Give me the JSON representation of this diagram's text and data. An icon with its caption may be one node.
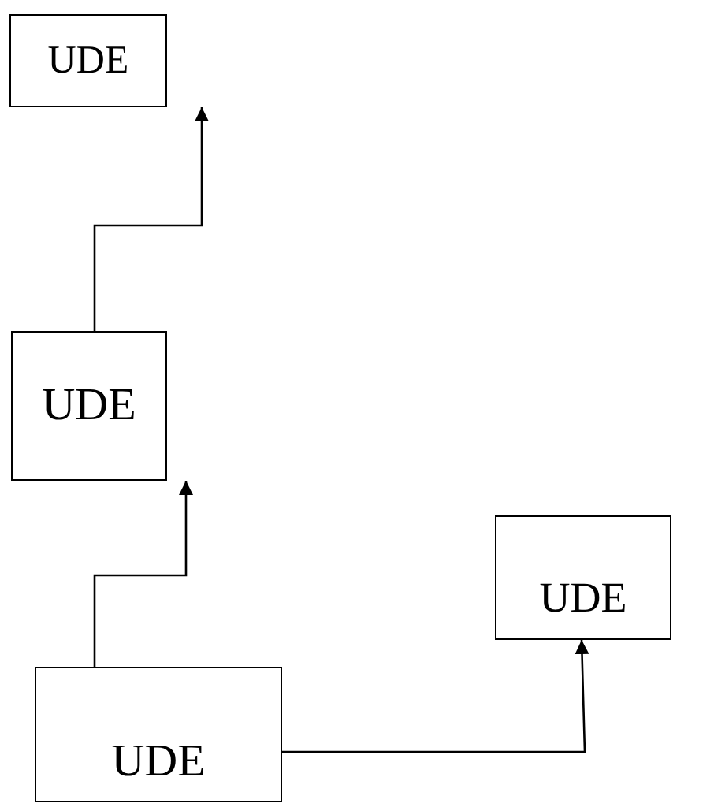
{
  "diagram": {
    "nodes": [
      {
        "text": [
          "UDE"
        ]
      },
      {
        "text": [
          "UDE"
        ]
      },
      {
        "text": [
          "UDE"
        ]
      },
      {
        "text": [
          "UDE"
        ]
      }
    ],
    "edges": [
      {
        "from": 1,
        "to": 0,
        "arrow": "to"
      },
      {
        "from": 3,
        "to": 1,
        "arrow": "to"
      },
      {
        "from": 3,
        "to": 2,
        "arrow": "to"
      }
    ]
  }
}
